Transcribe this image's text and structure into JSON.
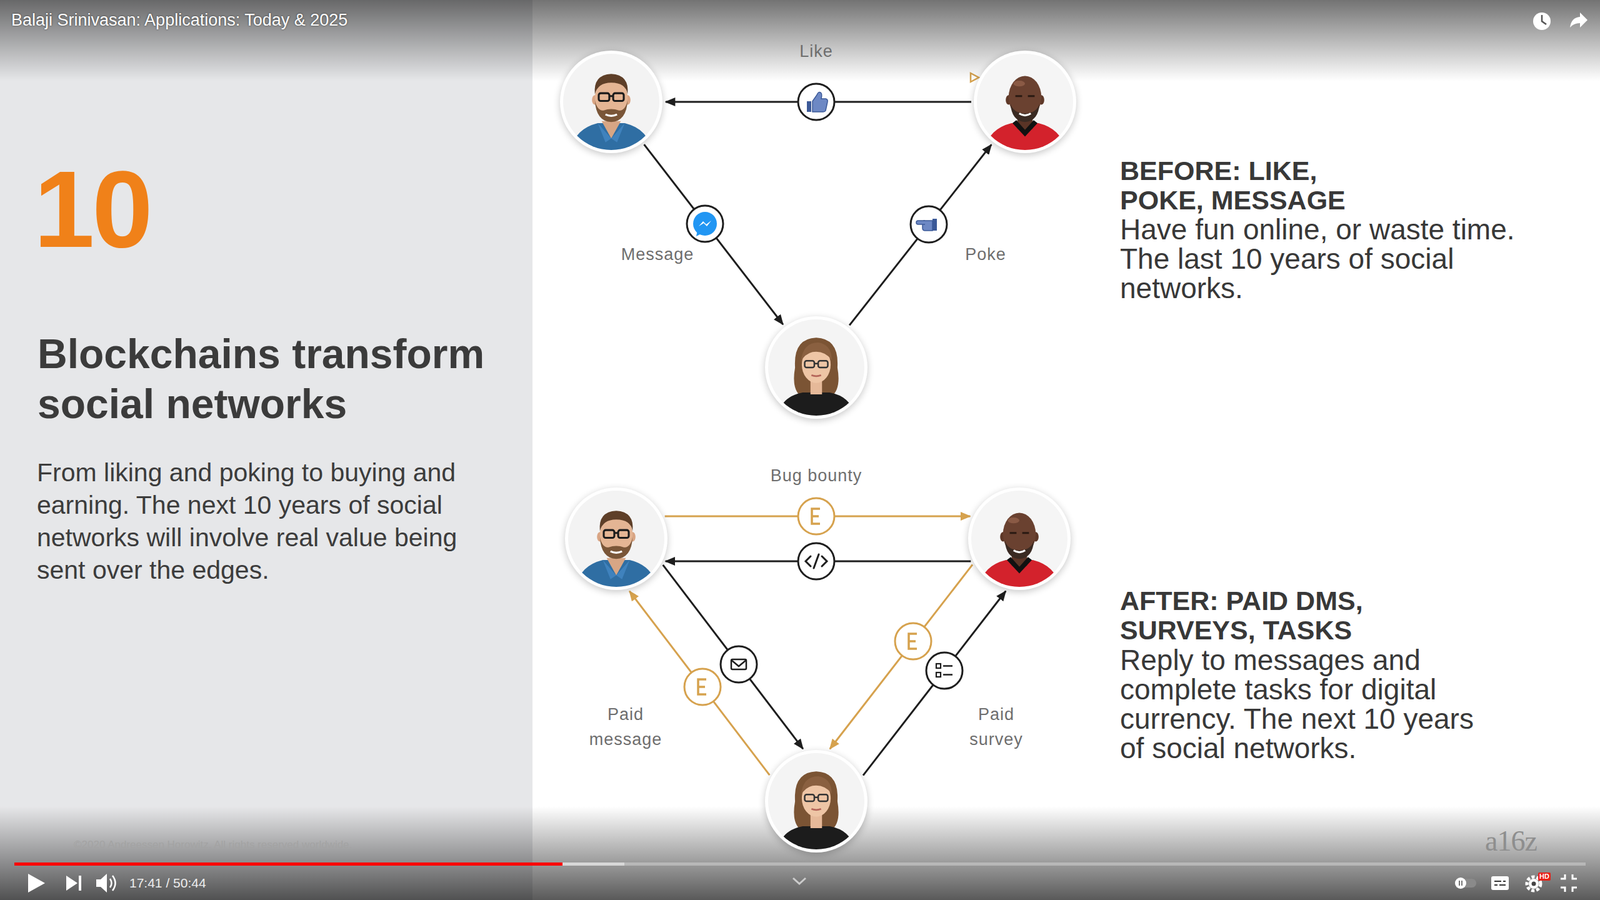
{
  "diagram": {
    "title": "Blockchains transform social networks",
    "nodes": [
      {
        "text": []
      },
      {
        "text": []
      },
      {
        "text": []
      },
      {
        "text": []
      },
      {
        "text": []
      },
      {
        "text": []
      }
    ],
    "edges": [
      {
        "from": 1,
        "to": 0,
        "arrow": "to",
        "label": "Like"
      },
      {
        "from": 0,
        "to": 2,
        "arrow": "to",
        "label": "Message"
      },
      {
        "from": 2,
        "to": 1,
        "arrow": "to",
        "label": "Poke"
      },
      {
        "from": 3,
        "to": 4,
        "arrow": "to",
        "label": "Bug bounty"
      },
      {
        "from": 4,
        "to": 3,
        "arrow": "to"
      },
      {
        "from": 3,
        "to": 5,
        "arrow": "to"
      },
      {
        "from": 5,
        "to": 3,
        "arrow": "to",
        "label": "Paid message"
      },
      {
        "from": 4,
        "to": 5,
        "arrow": "to"
      },
      {
        "from": 5,
        "to": 4,
        "arrow": "to",
        "label": "Paid survey"
      }
    ],
    "labels": [
      "Balaji Srinivasan: Applications: Today & 2025",
      "10",
      "From liking and poking to buying and earning. The next 10 years of social networks will involve real value being sent over the edges.",
      "BEFORE: LIKE, POKE, MESSAGE",
      "Have fun online, or waste time. The last 10 years of social networks.",
      "AFTER: PAID DMS, SURVEYS, TASKS",
      "Reply to messages and complete tasks for digital currency. The next 10 years of social networks.",
      "©2020 Andreessen Horowitz. All rights reserved worldwide.",
      "a16z",
      "17:41 / 50:44",
      "HD"
    ]
  }
}
